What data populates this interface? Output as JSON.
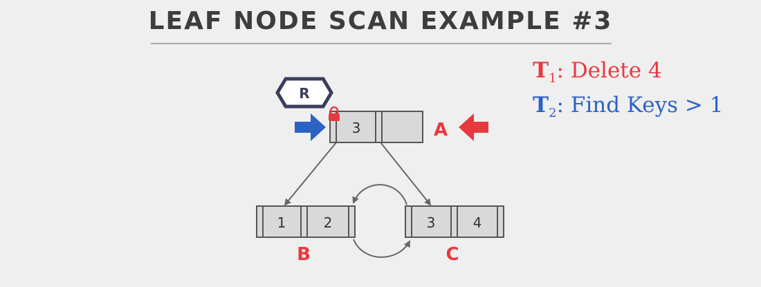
{
  "title": "LEAF NODE SCAN EXAMPLE #3",
  "legend": {
    "t1": {
      "name": "T",
      "sub": "1",
      "text": ": Delete 4",
      "color": "#e8393f"
    },
    "t2": {
      "name": "T",
      "sub": "2",
      "text": ": Find Keys > 1",
      "color": "#2d62c5"
    }
  },
  "lock_badge": "R",
  "nodes": {
    "root": {
      "label": "A",
      "keys": [
        "3",
        ""
      ]
    },
    "left_leaf": {
      "label": "B",
      "keys": [
        "1",
        "2"
      ]
    },
    "right_leaf": {
      "label": "C",
      "keys": [
        "3",
        "4"
      ]
    }
  },
  "colors": {
    "node_fill": "#d9d9d9",
    "node_stroke": "#555555",
    "label_red": "#e8393f",
    "arrow_blue": "#2d62c5",
    "arrow_red": "#e8393f",
    "edge": "#666666"
  }
}
